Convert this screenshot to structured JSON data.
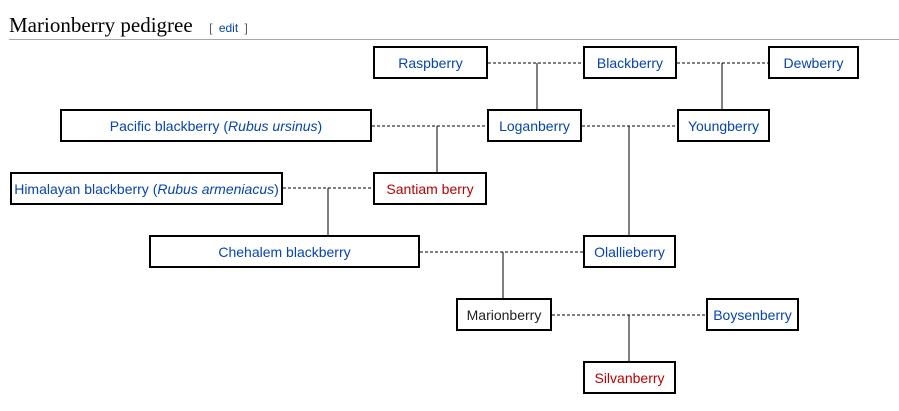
{
  "section": {
    "title": "Marionberry pedigree",
    "edit_open": "[",
    "edit_label": "edit",
    "edit_close": "]"
  },
  "nodes": {
    "raspberry": "Raspberry",
    "blackberry": "Blackberry",
    "dewberry": "Dewberry",
    "pacific_blackberry": {
      "name": "Pacific blackberry (",
      "latin": "Rubus ursinus",
      "close": ")"
    },
    "loganberry": "Loganberry",
    "youngberry": "Youngberry",
    "himalayan_blackberry": {
      "name": "Himalayan blackberry (",
      "latin": "Rubus armeniacus",
      "close": ")"
    },
    "santiam_berry": "Santiam berry",
    "chehalem_blackberry": "Chehalem blackberry",
    "olallieberry": "Olallieberry",
    "marionberry": "Marionberry",
    "boysenberry": "Boysenberry",
    "silvanberry": "Silvanberry"
  },
  "colors": {
    "link": "#0645ad",
    "redlink": "#ba0000",
    "plain": "#202122",
    "border": "#000000",
    "rule": "#a2a9b1"
  }
}
